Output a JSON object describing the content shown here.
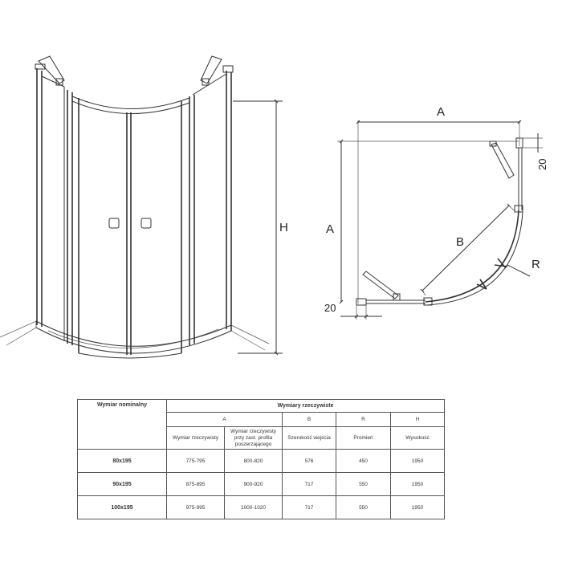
{
  "left_drawing": {
    "dimension_label": "H"
  },
  "right_drawing": {
    "labels": {
      "A_top": "A",
      "A_left": "A",
      "B": "B",
      "R": "R",
      "dim_20_right": "20",
      "dim_20_bottom": "20"
    }
  },
  "table": {
    "header_nominal": "Wymiar nominalny",
    "header_actual": "Wymiary rzeczywiste",
    "group_letters": {
      "A": "A",
      "B": "B",
      "R": "R",
      "H": "H"
    },
    "subheaders": {
      "a_actual": "Wymiar rzeczywisty",
      "a_profile": "Wymiar rzeczywisty przy zast. profila poszerzającego",
      "b": "Szerokość wejścia",
      "r": "Promień",
      "h": "Wysokość"
    },
    "rows": [
      {
        "nominal": "80x195",
        "a_actual": "775-795",
        "a_profile": "800-820",
        "b": "576",
        "r": "450",
        "h": "1950"
      },
      {
        "nominal": "90x195",
        "a_actual": "875-895",
        "a_profile": "900-920",
        "b": "717",
        "r": "550",
        "h": "1950"
      },
      {
        "nominal": "100x195",
        "a_actual": "975-995",
        "a_profile": "1000-1020",
        "b": "717",
        "r": "550",
        "h": "1950"
      }
    ]
  }
}
